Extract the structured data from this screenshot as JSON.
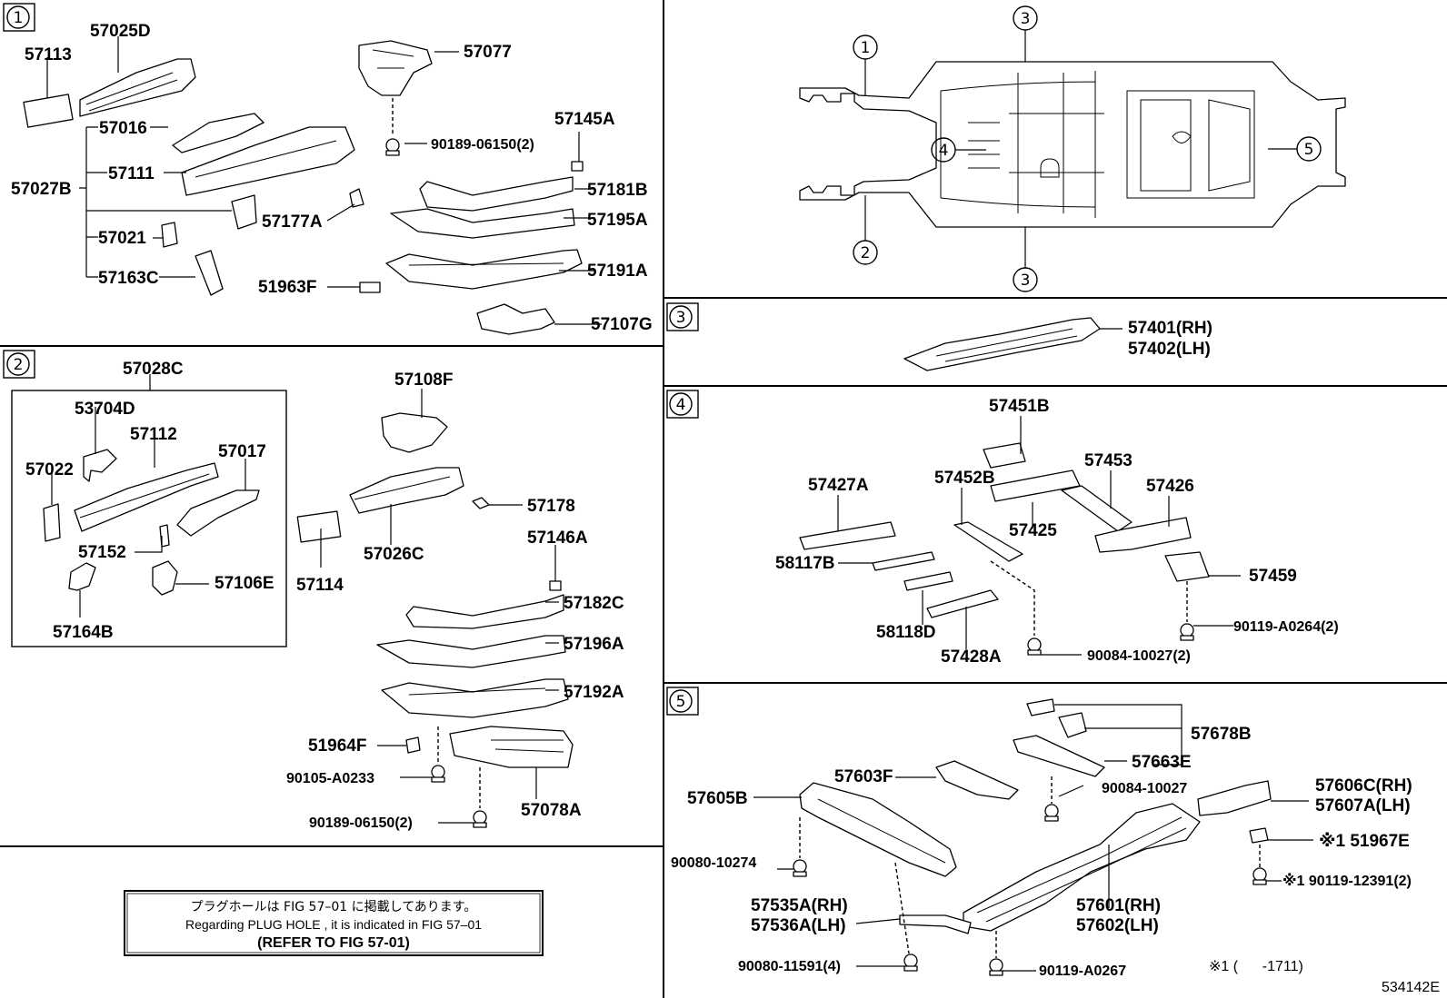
{
  "sections": {
    "s1": {
      "badge": "1"
    },
    "s2": {
      "badge": "2"
    },
    "s3": {
      "badge": "3"
    },
    "s4": {
      "badge": "4"
    },
    "s5": {
      "badge": "5"
    }
  },
  "overview": {
    "callouts": [
      "1",
      "3",
      "4",
      "5",
      "2",
      "3"
    ]
  },
  "parts_s1": [
    "57113",
    "57025D",
    "57077",
    "57016",
    "57145A",
    "90189-06150(2)",
    "57027B",
    "57111",
    "57181B",
    "57177A",
    "57195A",
    "57021",
    "57163C",
    "51963F",
    "57191A",
    "57107G"
  ],
  "parts_s2": [
    "57028C",
    "53704D",
    "57112",
    "57017",
    "57022",
    "57152",
    "57106E",
    "57164B",
    "57108F",
    "57178",
    "57114",
    "57026C",
    "57146A",
    "57182C",
    "57196A",
    "57192A",
    "51964F",
    "90105-A0233",
    "90189-06150(2)",
    "57078A"
  ],
  "parts_s3": [
    "57401(RH)",
    "57402(LH)"
  ],
  "parts_s4": [
    "57451B",
    "57427A",
    "57452B",
    "57453",
    "57426",
    "57425",
    "58117B",
    "57459",
    "58118D",
    "57428A",
    "90119-A0264(2)",
    "90084-10027(2)"
  ],
  "parts_s5": [
    "57678B",
    "57663E",
    "57603F",
    "57605B",
    "90084-10027",
    "57606C(RH)",
    "57607A(LH)",
    "90080-10274",
    "※1 51967E",
    "※1 90119-12391(2)",
    "57535A(RH)",
    "57536A(LH)",
    "57601(RH)",
    "57602(LH)",
    "90080-11591(4)",
    "90119-A0267",
    "※1 (      -1711)"
  ],
  "note": {
    "jp": "プラグホールは FIG 57–01 に掲載してあります。",
    "en": "Regarding PLUG HOLE , it is indicated in FIG 57–01",
    "ref": "(REFER TO FIG 57-01)"
  },
  "figure_id": "534142E"
}
